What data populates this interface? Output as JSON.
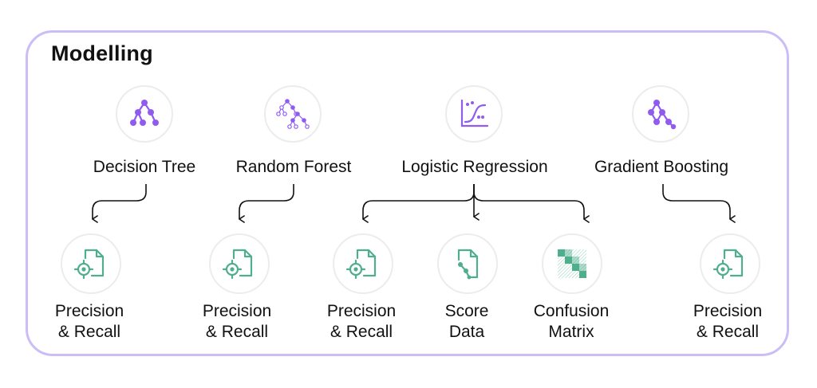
{
  "title": "Modelling",
  "models": [
    {
      "label": "Decision Tree",
      "icon": "decision-tree-icon"
    },
    {
      "label": "Random Forest",
      "icon": "random-forest-icon"
    },
    {
      "label": "Logistic Regression",
      "icon": "logistic-regression-icon"
    },
    {
      "label": "Gradient Boosting",
      "icon": "gradient-boosting-icon"
    }
  ],
  "outputs": [
    {
      "line1": "Precision",
      "line2": "& Recall",
      "icon": "precision-recall-icon"
    },
    {
      "line1": "Precision",
      "line2": "& Recall",
      "icon": "precision-recall-icon"
    },
    {
      "line1": "Precision",
      "line2": "& Recall",
      "icon": "precision-recall-icon"
    },
    {
      "line1": "Score",
      "line2": "Data",
      "icon": "score-data-icon"
    },
    {
      "line1": "Confusion",
      "line2": "Matrix",
      "icon": "confusion-matrix-icon"
    },
    {
      "line1": "Precision",
      "line2": "& Recall",
      "icon": "precision-recall-icon"
    }
  ],
  "colors": {
    "frame": "#cbbdf5",
    "model_icon": "#8f5bf0",
    "output_icon": "#4fae8c",
    "connector": "#111111"
  }
}
